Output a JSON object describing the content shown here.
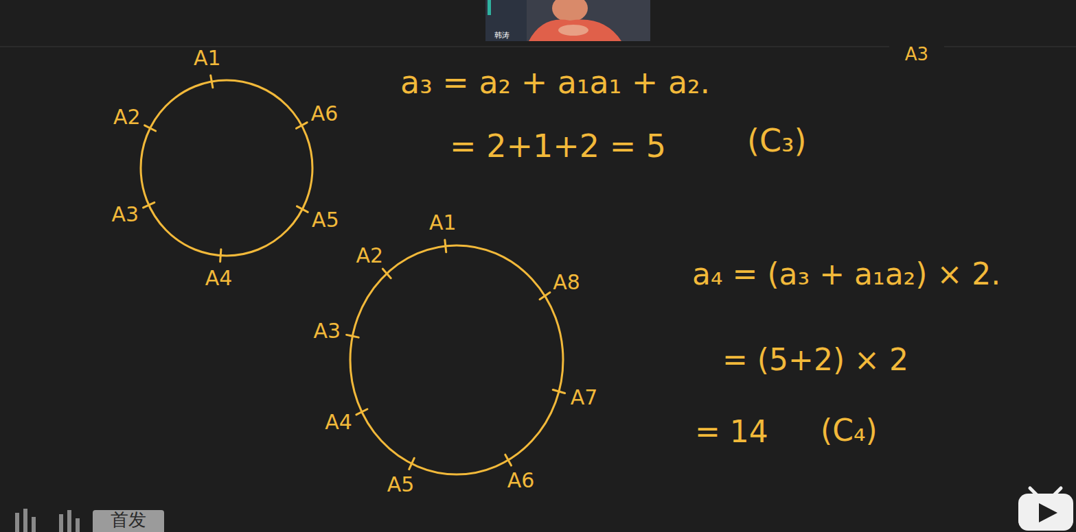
{
  "diagram": {
    "labels": [
      "A1",
      "A2",
      "A3",
      "A4",
      "A5",
      "A6",
      "A1",
      "A2",
      "A3",
      "A4",
      "A5",
      "A6",
      "A7",
      "A8",
      "a₃ = a₂ + a₁a₁ + a₂.",
      "= 2+1+2 = 5",
      "(C₃)",
      "a₄ = (a₃ + a₁a₂) × 2.",
      "= (5+2) × 2",
      "= 14",
      "(C₄)",
      "A3",
      "韩涛",
      "首发"
    ]
  }
}
